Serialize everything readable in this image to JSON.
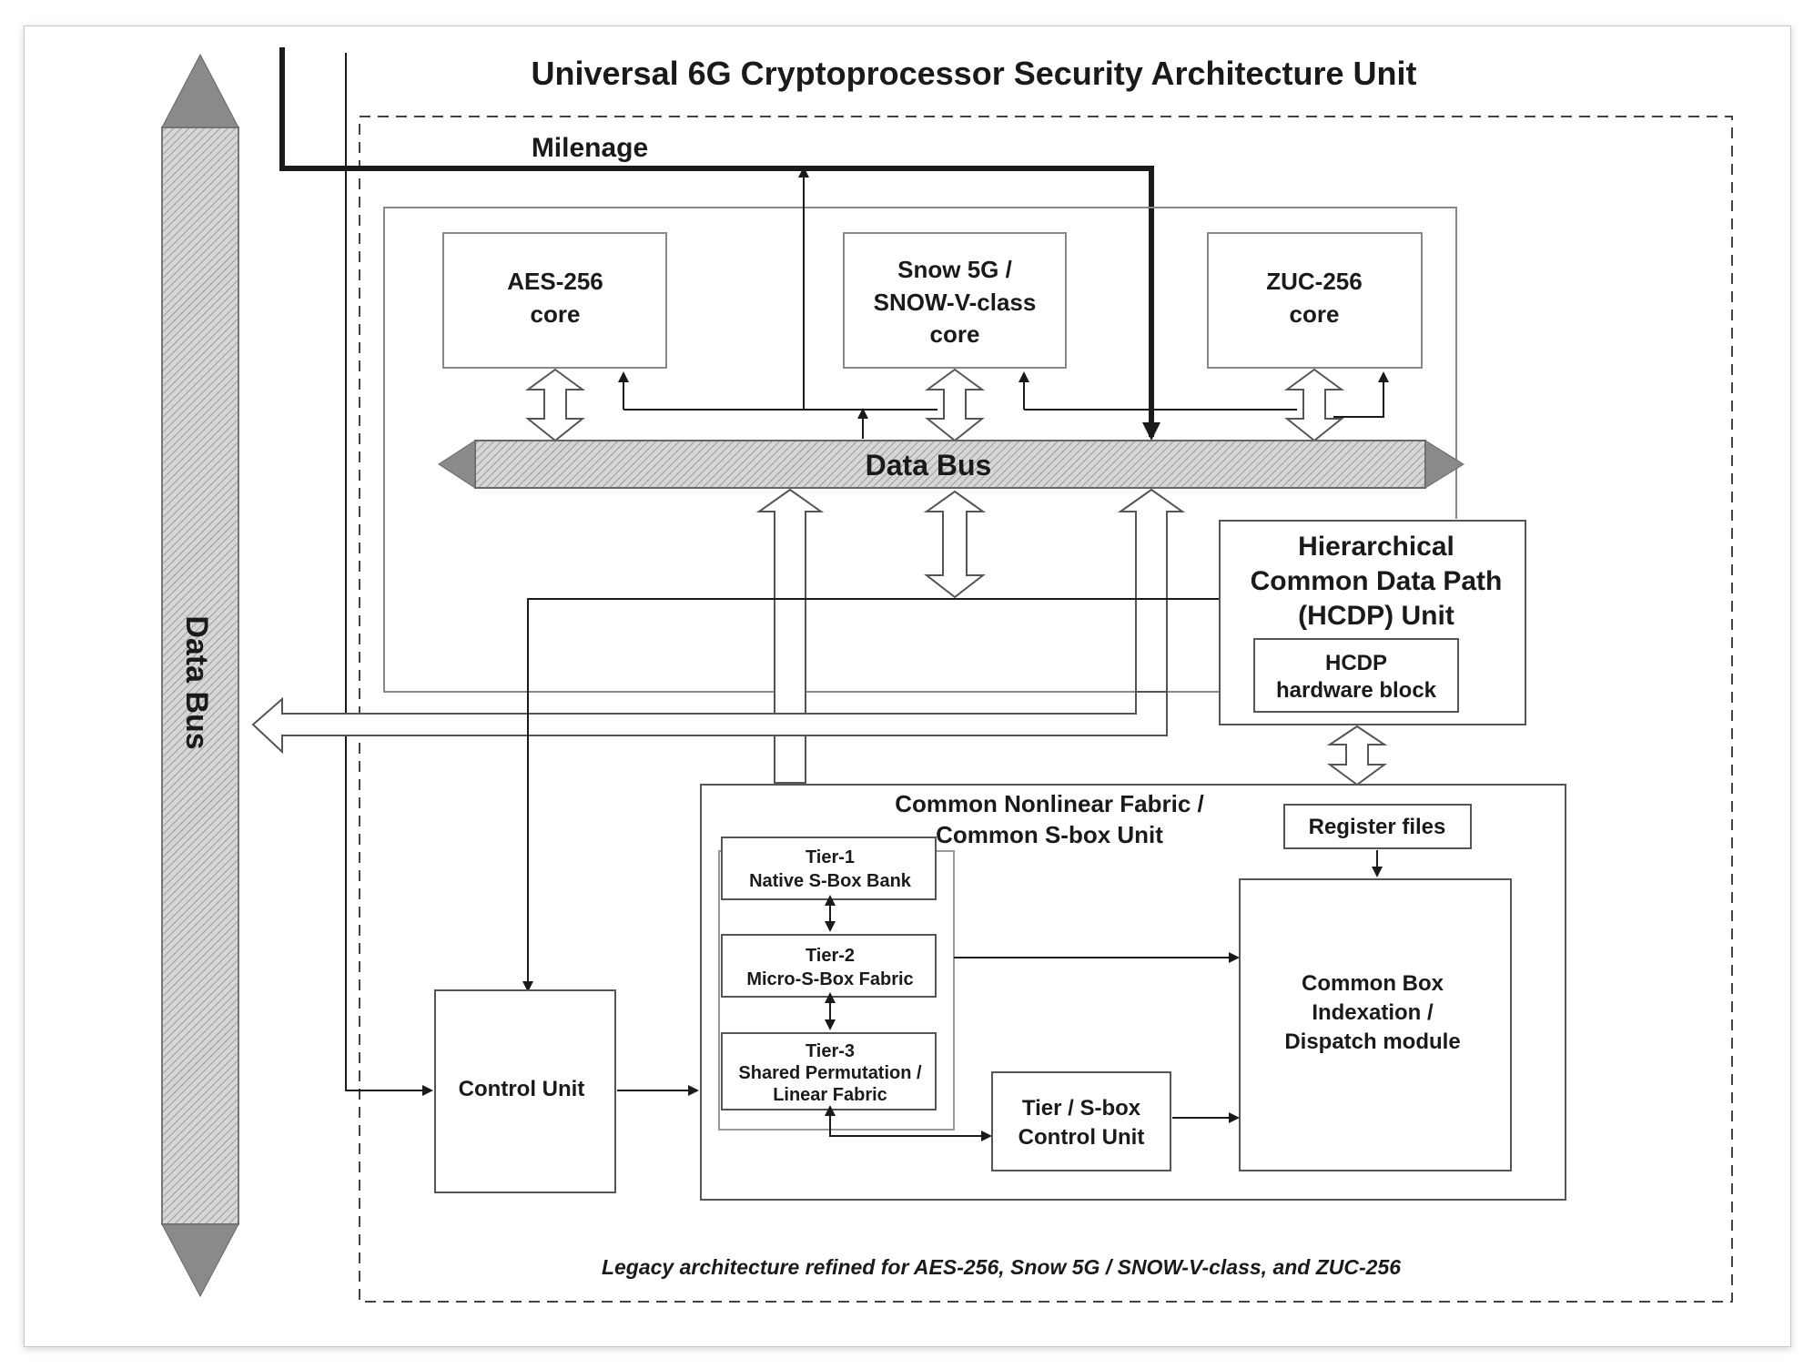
{
  "title": "Universal 6G Cryptoprocessor Security Architecture Unit",
  "milenage_label": "Milenage",
  "cores": {
    "aes": [
      "AES-256",
      "core"
    ],
    "snow": [
      "Snow 5G /",
      "SNOW-V-class",
      "core"
    ],
    "zuc": [
      "ZUC-256",
      "core"
    ]
  },
  "internal_bus_label": "Data Bus",
  "external_bus_label": "Data Bus",
  "hcdp": {
    "title": [
      "Hierarchical",
      "Common Data Path",
      "(HCDP) Unit"
    ],
    "block": [
      "HCDP",
      "hardware block"
    ]
  },
  "fabric": {
    "title": [
      "Common Nonlinear Fabric /",
      "Common S-box Unit"
    ],
    "tier1": [
      "Tier-1",
      "Native S-Box Bank"
    ],
    "tier2": [
      "Tier-2",
      "Micro-S-Box Fabric"
    ],
    "tier3": [
      "Tier-3",
      "Shared Permutation /",
      "Linear Fabric"
    ],
    "register_files": "Register files",
    "common_box": [
      "Common Box",
      "Indexation /",
      "Dispatch module"
    ],
    "tier_control": [
      "Tier / S-box",
      "Control Unit"
    ]
  },
  "control_unit": "Control Unit",
  "caption": "Legacy architecture refined for AES-256, Snow 5G / SNOW-V-class, and ZUC-256",
  "colors": {
    "line": "#1a1a1a",
    "box_border": "#555555",
    "bus_fill": "#cfcfcf",
    "bus_head": "#8a8a8a"
  }
}
